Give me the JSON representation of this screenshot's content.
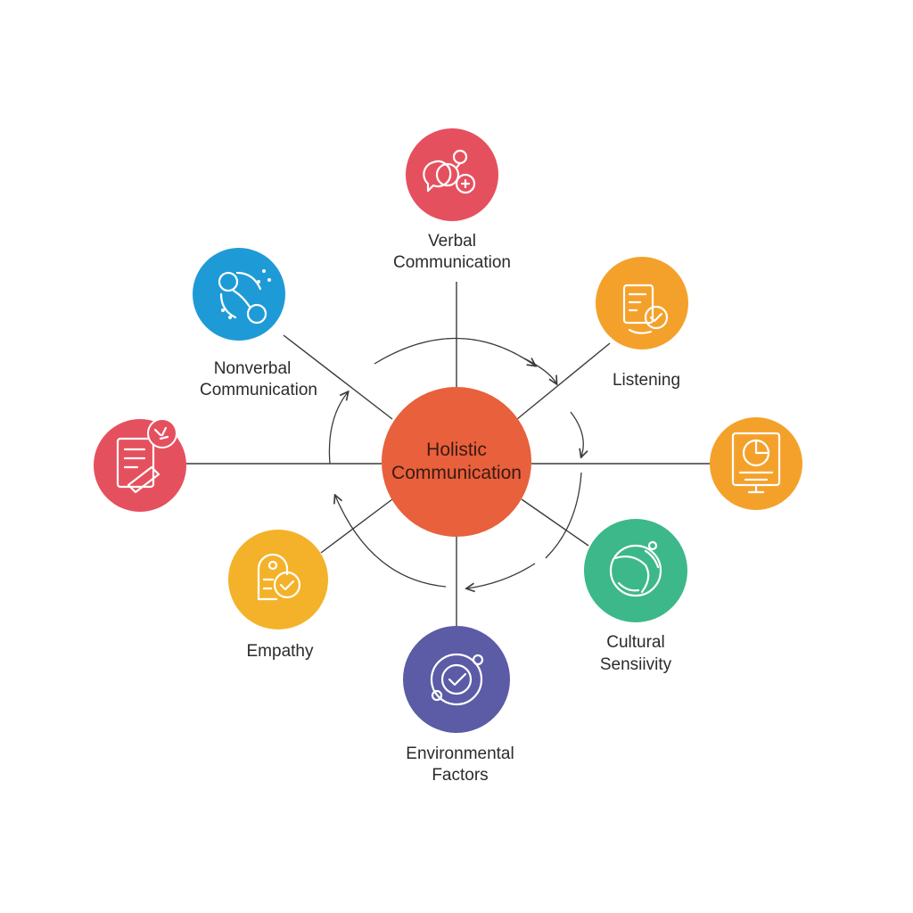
{
  "center": {
    "label_lines": [
      "Holistic",
      "Communication"
    ],
    "color": "#E8603C"
  },
  "nodes": [
    {
      "id": "verbal",
      "label_lines": [
        "Verbal",
        "Communication"
      ],
      "color": "#E5505F",
      "icon": "chat-bubbles-icon"
    },
    {
      "id": "listening",
      "label_lines": [
        "Listening"
      ],
      "color": "#F4A12B",
      "icon": "checklist-icon"
    },
    {
      "id": "unlabeled-right",
      "label_lines": [],
      "color": "#F4A12B",
      "icon": "monitor-chart-icon"
    },
    {
      "id": "cultural-sensitivity",
      "label_lines": [
        "Cultural",
        "Sensiivity"
      ],
      "color": "#3DB88A",
      "icon": "globe-icon"
    },
    {
      "id": "environmental-factors",
      "label_lines": [
        "Environmental",
        "Factors"
      ],
      "color": "#5B5BA6",
      "icon": "target-check-icon"
    },
    {
      "id": "empathy",
      "label_lines": [
        "Empathy"
      ],
      "color": "#F4B22A",
      "icon": "heart-check-icon"
    },
    {
      "id": "unlabeled-left",
      "label_lines": [],
      "color": "#E5505F",
      "icon": "document-pencil-icon"
    },
    {
      "id": "nonverbal",
      "label_lines": [
        "Nonverbal",
        "Communication"
      ],
      "color": "#1E9BD7",
      "icon": "gesture-people-icon"
    }
  ]
}
